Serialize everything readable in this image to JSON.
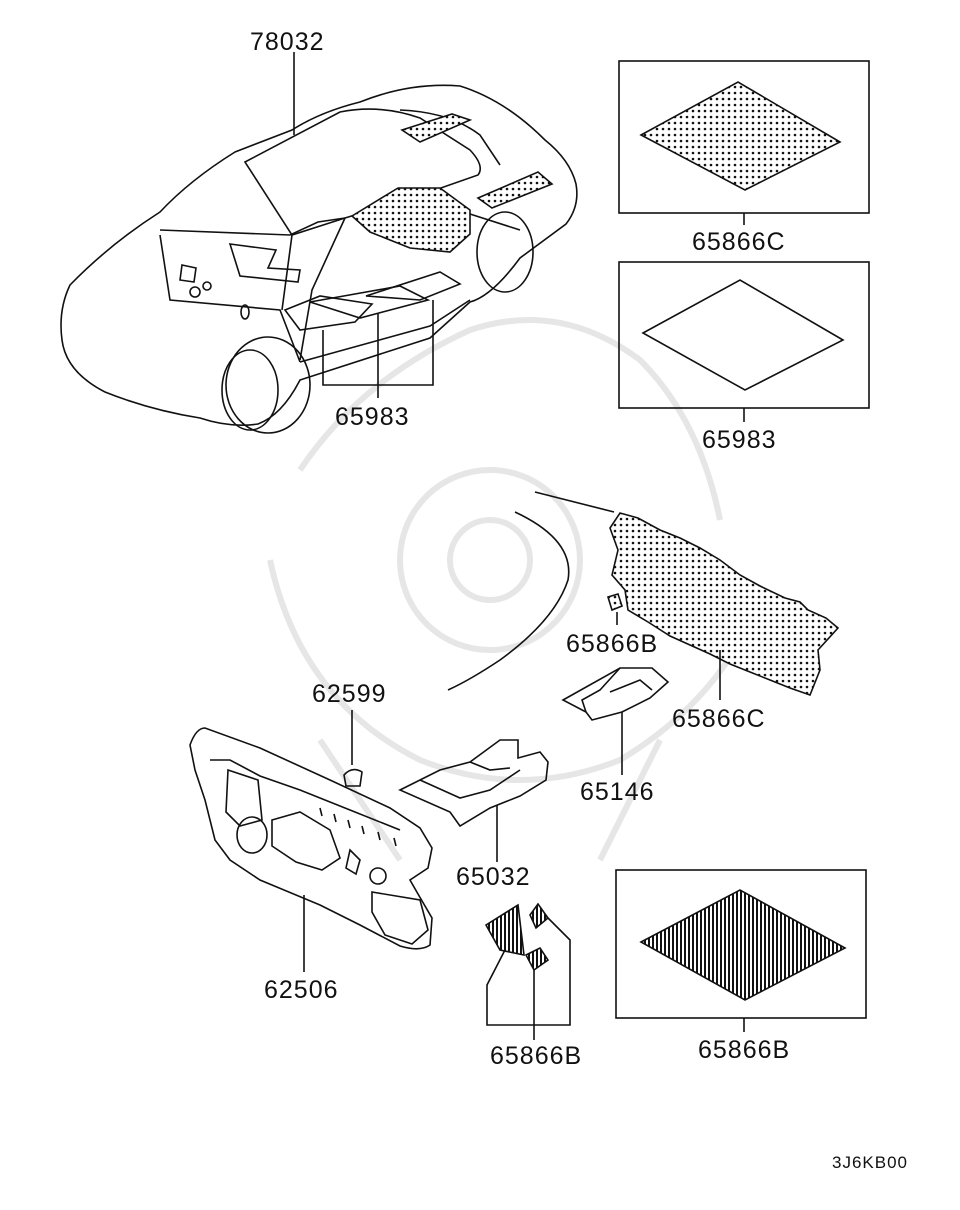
{
  "diagram": {
    "drawing_code": "3J6KB00",
    "callouts": [
      {
        "id": "c-78032",
        "text": "78032"
      },
      {
        "id": "c-65983-car",
        "text": "65983"
      },
      {
        "id": "c-65866c-box",
        "text": "65866C"
      },
      {
        "id": "c-65983-box",
        "text": "65983"
      },
      {
        "id": "c-65866b-small",
        "text": "65866B"
      },
      {
        "id": "c-65866c-panel",
        "text": "65866C"
      },
      {
        "id": "c-62599",
        "text": "62599"
      },
      {
        "id": "c-65146",
        "text": "65146"
      },
      {
        "id": "c-65032",
        "text": "65032"
      },
      {
        "id": "c-62506",
        "text": "62506"
      },
      {
        "id": "c-65866b-pads",
        "text": "65866B"
      },
      {
        "id": "c-65866b-box",
        "text": "65866B"
      }
    ]
  },
  "colors": {
    "line": "#111111",
    "watermark": "#e6e6e6",
    "background": "#ffffff"
  }
}
